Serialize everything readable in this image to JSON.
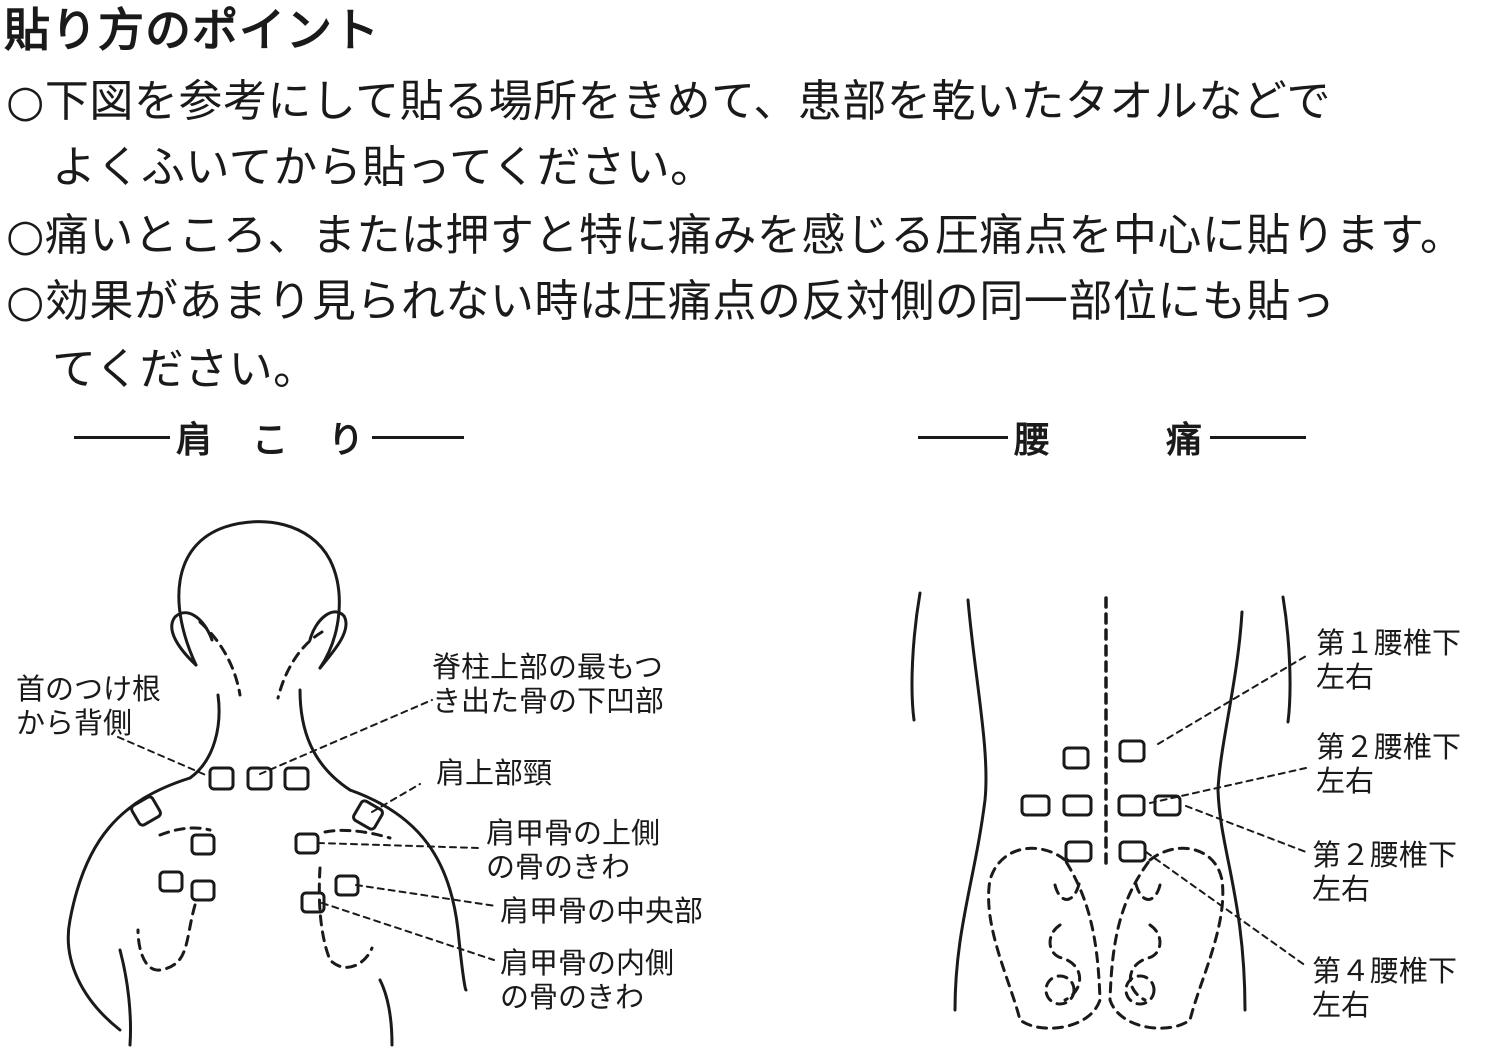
{
  "header": {
    "title": "貼り方のポイント"
  },
  "instructions": {
    "line1": "○下図を参考にして貼る場所をきめて、患部を乾いたタオルなどで",
    "line2": "よくふいてから貼ってください。",
    "line3": "○痛いところ、または押すと特に痛みを感じる圧痛点を中心に貼ります。",
    "line4": "○効果があまり見られない時は圧痛点の反対側の同一部位にも貼っ",
    "line5": "てください。"
  },
  "sections": {
    "shoulder": {
      "title": "肩　こ　り",
      "labels": {
        "neck_base": "首のつけ根\nから背側",
        "spine_top": "脊柱上部の最もつ\nき出た骨の下凹部",
        "shoulder_top": "肩上部頸",
        "scapula_upper": "肩甲骨の上側\nの骨のきわ",
        "scapula_center": "肩甲骨の中央部",
        "scapula_inner": "肩甲骨の内側\nの骨のきわ"
      }
    },
    "lowback": {
      "title": "腰　　　痛",
      "labels": {
        "l1": "第１腰椎下\n左右",
        "l2a": "第２腰椎下\n左右",
        "l2b": "第２腰椎下\n左右",
        "l4": "第４腰椎下\n左右"
      }
    }
  }
}
